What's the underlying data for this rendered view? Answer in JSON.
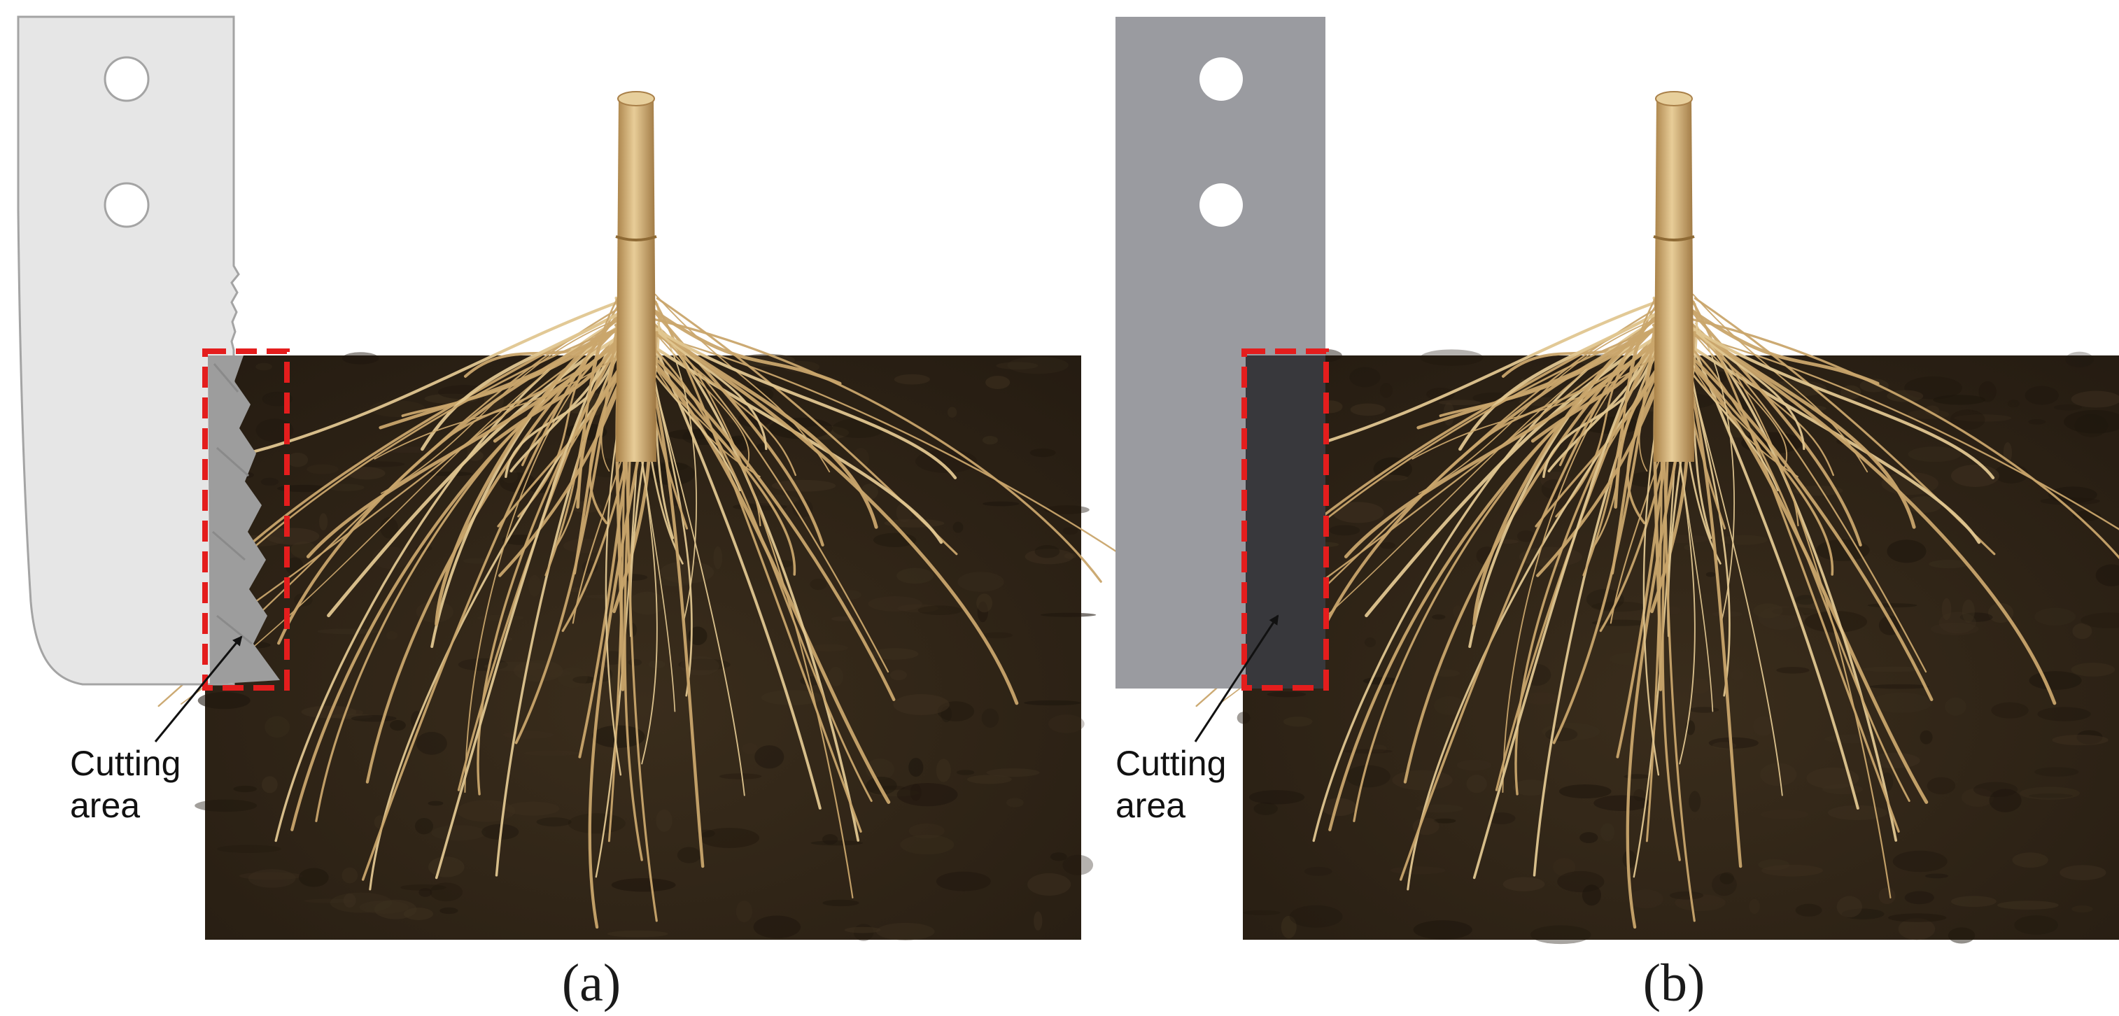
{
  "panels": [
    {
      "id": "a",
      "label": "(a)",
      "callout_line1": "Cutting",
      "callout_line2": "area",
      "blade_fill": "#e6e6e6",
      "blade_condition": "worn-jagged-edge"
    },
    {
      "id": "b",
      "label": "(b)",
      "callout_line1": "Cutting",
      "callout_line2": "area",
      "blade_fill": "#9a9ba0",
      "blade_condition": "intact-straight-edge"
    }
  ],
  "colors": {
    "soil": "#2c2216",
    "root": "#c9a56b",
    "stalk": "#d2b27a",
    "highlight_box": "#e41d1d",
    "worn_edge_fill": "#9d9d9d",
    "intact_edge_fill": "#38383c"
  },
  "icons": [
    "blade-icon",
    "bolt-hole-icon",
    "stalk-icon",
    "root-system-icon",
    "arrow-icon"
  ]
}
